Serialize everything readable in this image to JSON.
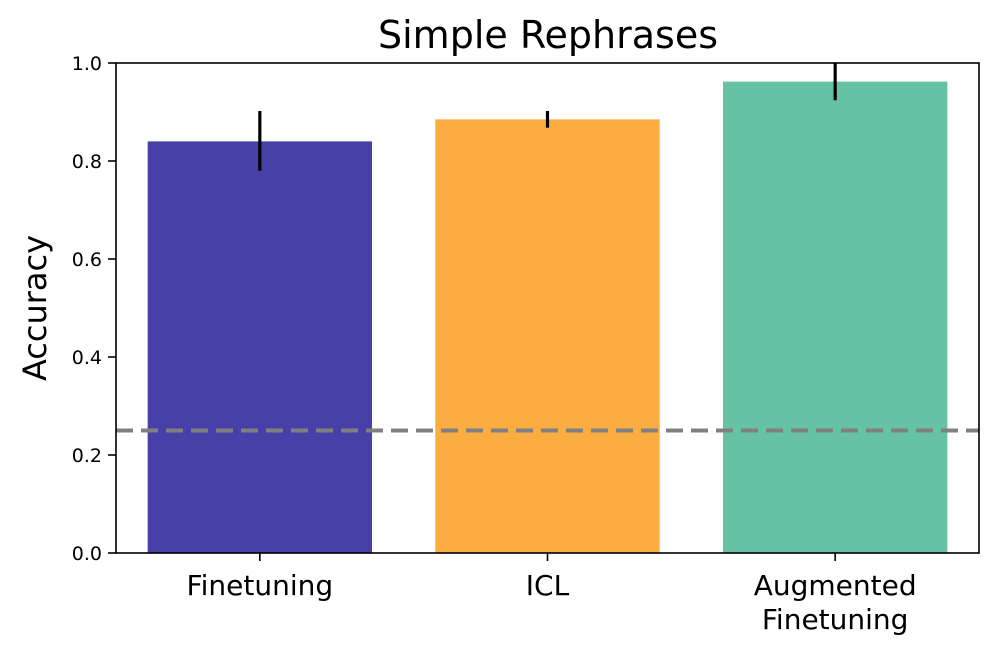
{
  "chart_data": {
    "type": "bar",
    "title": "Simple Rephrases",
    "xlabel": "",
    "ylabel": "Accuracy",
    "categories": [
      [
        "Finetuning"
      ],
      [
        "ICL"
      ],
      [
        "Augmented",
        "Finetuning"
      ]
    ],
    "values": [
      0.84,
      0.885,
      0.962
    ],
    "error_low": [
      0.78,
      0.868,
      0.924
    ],
    "error_high": [
      0.902,
      0.902,
      1.0
    ],
    "colors": [
      "#4640a8",
      "#fbad42",
      "#66c2a5"
    ],
    "error_color": "#000000",
    "ylim": [
      0,
      1.0
    ],
    "yticks": [
      "0.0",
      "0.2",
      "0.4",
      "0.6",
      "0.8",
      "1.0"
    ],
    "ytick_values": [
      0,
      0.2,
      0.4,
      0.6,
      0.8,
      1.0
    ],
    "reference_line": {
      "y": 0.25,
      "style": "dashed",
      "color": "#808080"
    },
    "grid": false,
    "legend": "none"
  }
}
